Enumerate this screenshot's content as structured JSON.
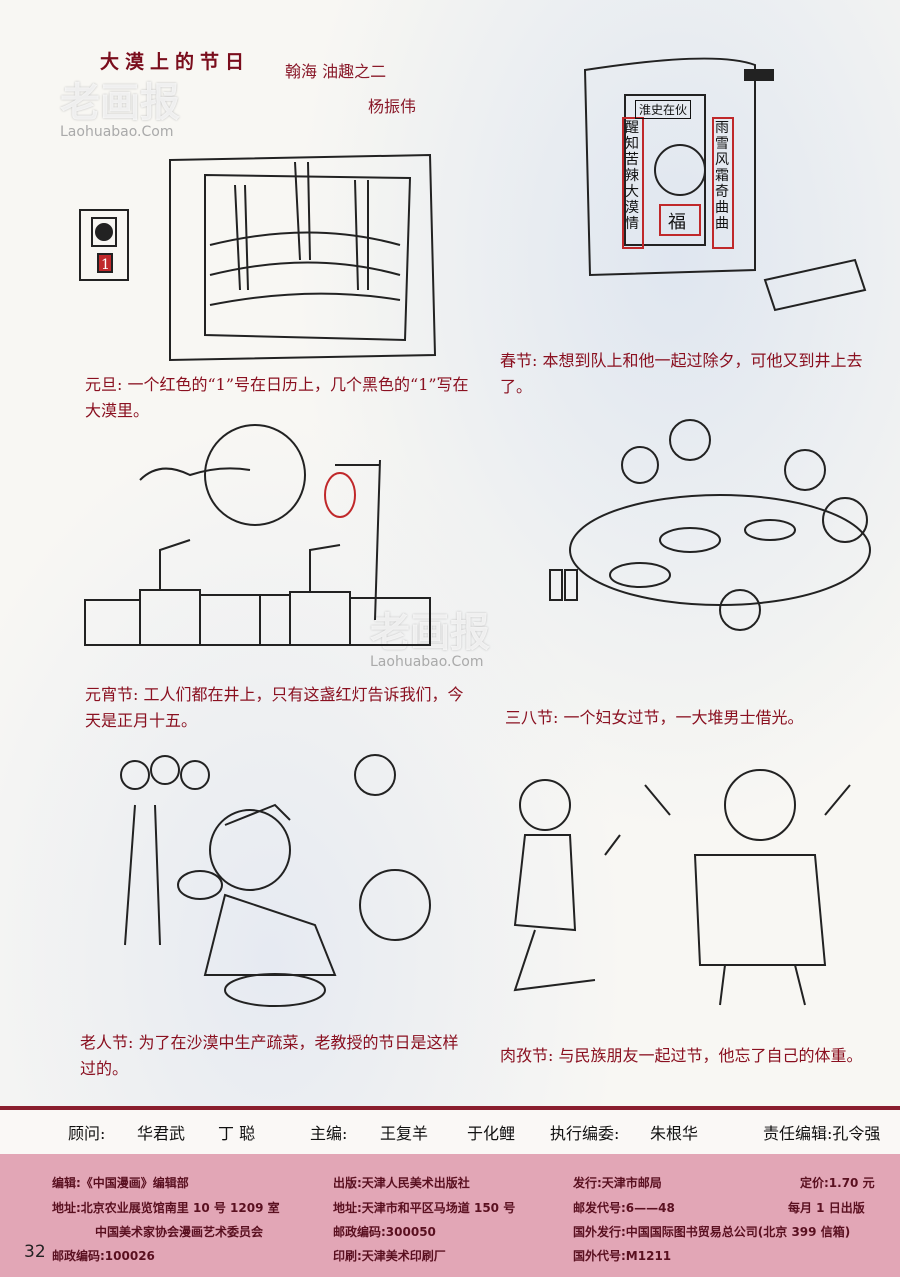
{
  "header": {
    "title": "大漠上的节日",
    "series": "翰海 油趣之二",
    "author": "杨振伟"
  },
  "watermark": {
    "text": "老画报",
    "url": "Laohuabao.Com"
  },
  "panels": [
    {
      "caption": "元旦: 一个红色的“1”号在日历上，几个黑色的“1”写在大漠里。",
      "calendar_digit": "1"
    },
    {
      "caption": "春节: 本想到队上和他一起过除夕，可他又到井上去了。",
      "couplet_top": "淮史在伙",
      "couplet_left": "醒知苦辣大漠情",
      "couplet_right": "雨雪风霜奇曲曲",
      "fu": "福"
    },
    {
      "caption": "元宵节: 工人们都在井上，只有这盏红灯告诉我们，今天是正月十五。"
    },
    {
      "caption": "三八节: 一个妇女过节，一大堆男士借光。"
    },
    {
      "caption": "老人节: 为了在沙漠中生产疏菜，老教授的节日是这样过的。"
    },
    {
      "caption": "肉孜节: 与民族朋友一起过节，他忘了自己的体重。"
    }
  ],
  "credits": {
    "advisor_label": "顾问:",
    "advisor1": "华君武",
    "advisor2": "丁 聪",
    "chief_label": "主编:",
    "chief1": "王复羊",
    "chief2": "于化鲤",
    "exec_label": "执行编委:",
    "exec": "朱根华",
    "editor": "责任编辑:孔令强"
  },
  "footer": {
    "edit": "编辑:《中国漫画》编辑部",
    "address1": "地址:北京农业展览馆南里 10 号 1209 室",
    "address1b": "中国美术家协会漫画艺术委员会",
    "postcode1": "邮政编码:100026",
    "publisher": "出版:天津人民美术出版社",
    "address2": "地址:天津市和平区马场道 150 号",
    "postcode2": "邮政编码:300050",
    "printer": "印刷:天津美术印刷厂",
    "distribution": "发行:天津市邮局",
    "post_code": "邮发代号:6——48",
    "foreign_dist": "国外发行:中国国际图书贸易总公司(北京 399 信箱)",
    "foreign_code": "国外代号:M1211",
    "price": "定价:1.70 元",
    "schedule": "每月 1 日出版",
    "page_number": "32"
  },
  "colors": {
    "accent": "#8a1020",
    "footer": "#e2a6b6"
  }
}
